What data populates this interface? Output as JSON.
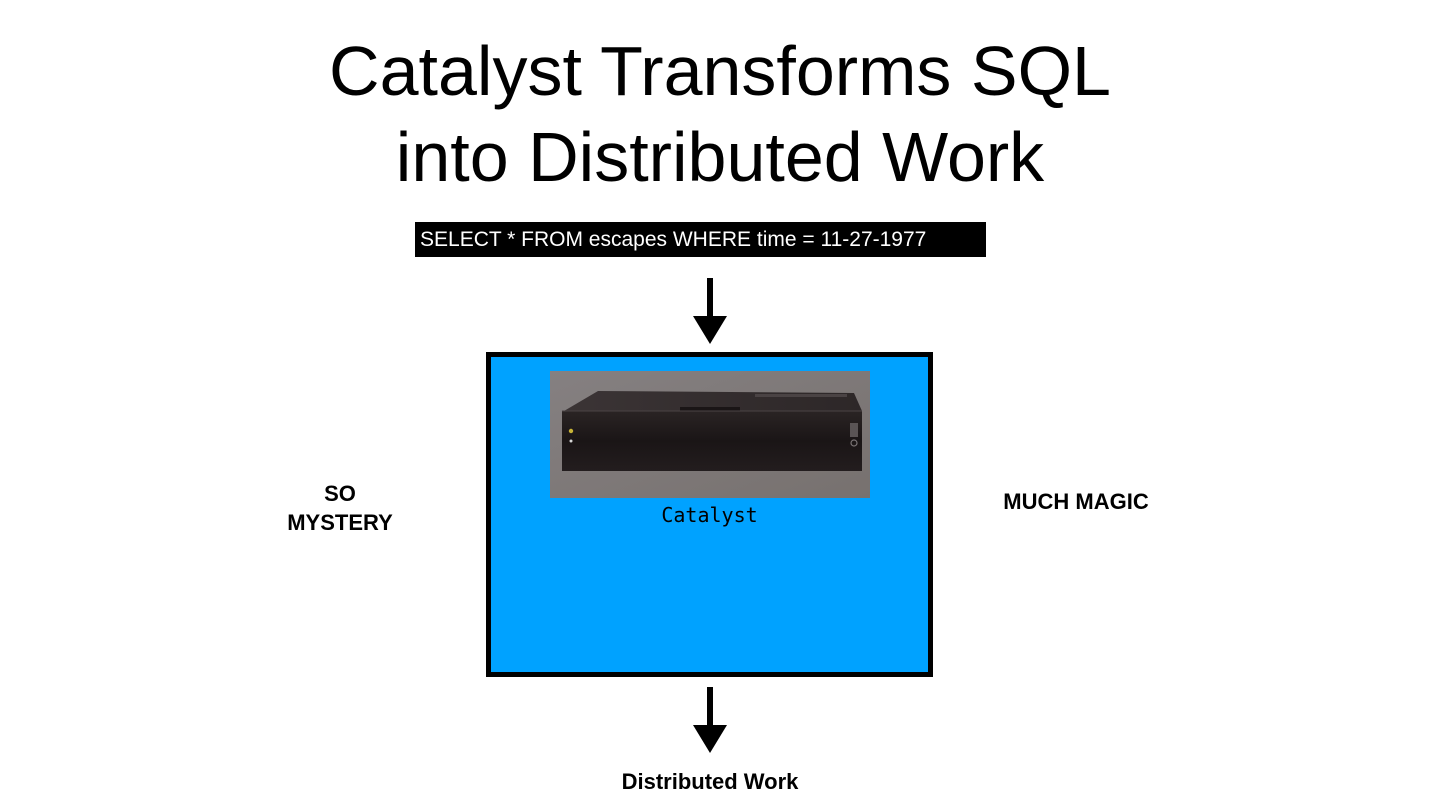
{
  "title": {
    "line1": "Catalyst Transforms SQL",
    "line2": "into Distributed Work"
  },
  "sql_query": "SELECT * FROM  escapes WHERE time = 11-27-1977",
  "catalyst_box": {
    "image_label": "Catalyst",
    "fill_color": "#00a2ff"
  },
  "left_label": {
    "line1": "SO",
    "line2": "MYSTERY"
  },
  "right_label": "MUCH MAGIC",
  "output_label": "Distributed Work"
}
